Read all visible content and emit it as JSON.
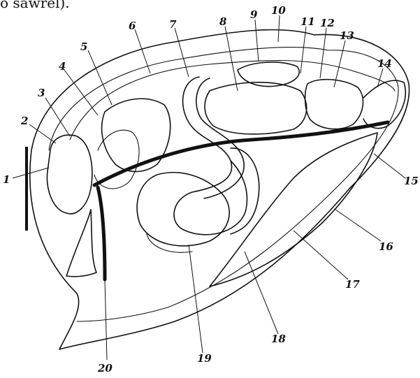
{
  "caption_fragment": "o sawrel).",
  "labels": [
    "1",
    "2",
    "3",
    "4",
    "5",
    "6",
    "7",
    "8",
    "9",
    "10",
    "11",
    "12",
    "13",
    "14",
    "15",
    "16",
    "17",
    "18",
    "19",
    "20"
  ]
}
